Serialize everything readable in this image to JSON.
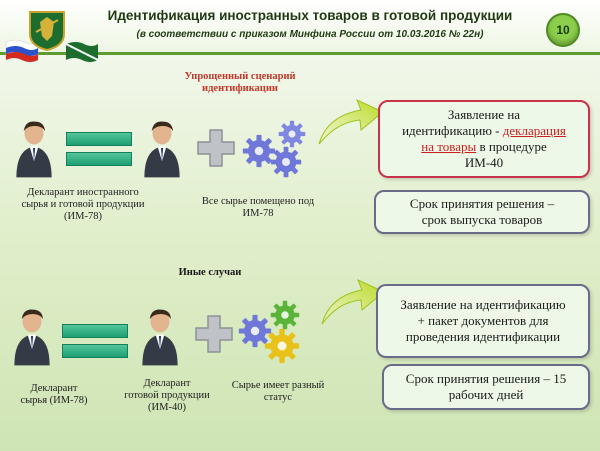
{
  "header": {
    "title": "Идентификация иностранных товаров в готовой продукции",
    "subtitle": "(в соответствии с приказом Минфина России от 10.03.2016 № 22н)",
    "page_number": "10"
  },
  "top": {
    "heading_line1": "Упрощенный сценарий",
    "heading_line2": "идентификации",
    "declarant_line1": "Декларант иностранного",
    "declarant_line2": "сырья и готовой продукции",
    "declarant_line3": "(ИМ-78)",
    "gears_line1": "Все сырье помещено под",
    "gears_line2": "ИМ-78",
    "box1_line1": "Заявление на",
    "box1_line2a": "идентификацию - ",
    "box1_line2b": "декларация",
    "box1_line3a": "на товары",
    "box1_line3b": " в процедуре",
    "box1_line4": "ИМ-40",
    "box2_line1": "Срок принятия решения –",
    "box2_line2": "срок выпуска товаров"
  },
  "bottom": {
    "heading": "Иные случаи",
    "decl1_line1": "Декларант",
    "decl1_line2": "сырья (ИМ-78)",
    "decl2_line1": "Декларант",
    "decl2_line2": "готовой продукции",
    "decl2_line3": "(ИМ-40)",
    "gears_line1": "Сырье имеет разный",
    "gears_line2": "статус",
    "box3_line1": "Заявление на идентификацию",
    "box3_line2": "+ пакет документов для",
    "box3_line3": "проведения идентификации",
    "box4_line1": "Срок принятия решения – 15",
    "box4_line2": "рабочих дней"
  },
  "colors": {
    "accent_green": "#5e9c2f",
    "heading_red": "#c0392b",
    "equals_green": "#1f9f74",
    "gear_blue": "#6f78d8",
    "gear_green": "#5ab43a",
    "gear_yellow": "#e8c21a",
    "box_border_red": "#c8324a"
  },
  "icons": [
    "flag-icon",
    "emblem-icon",
    "person-icon",
    "equals-icon",
    "plus-icon",
    "gears-icon",
    "arrow-icon"
  ]
}
